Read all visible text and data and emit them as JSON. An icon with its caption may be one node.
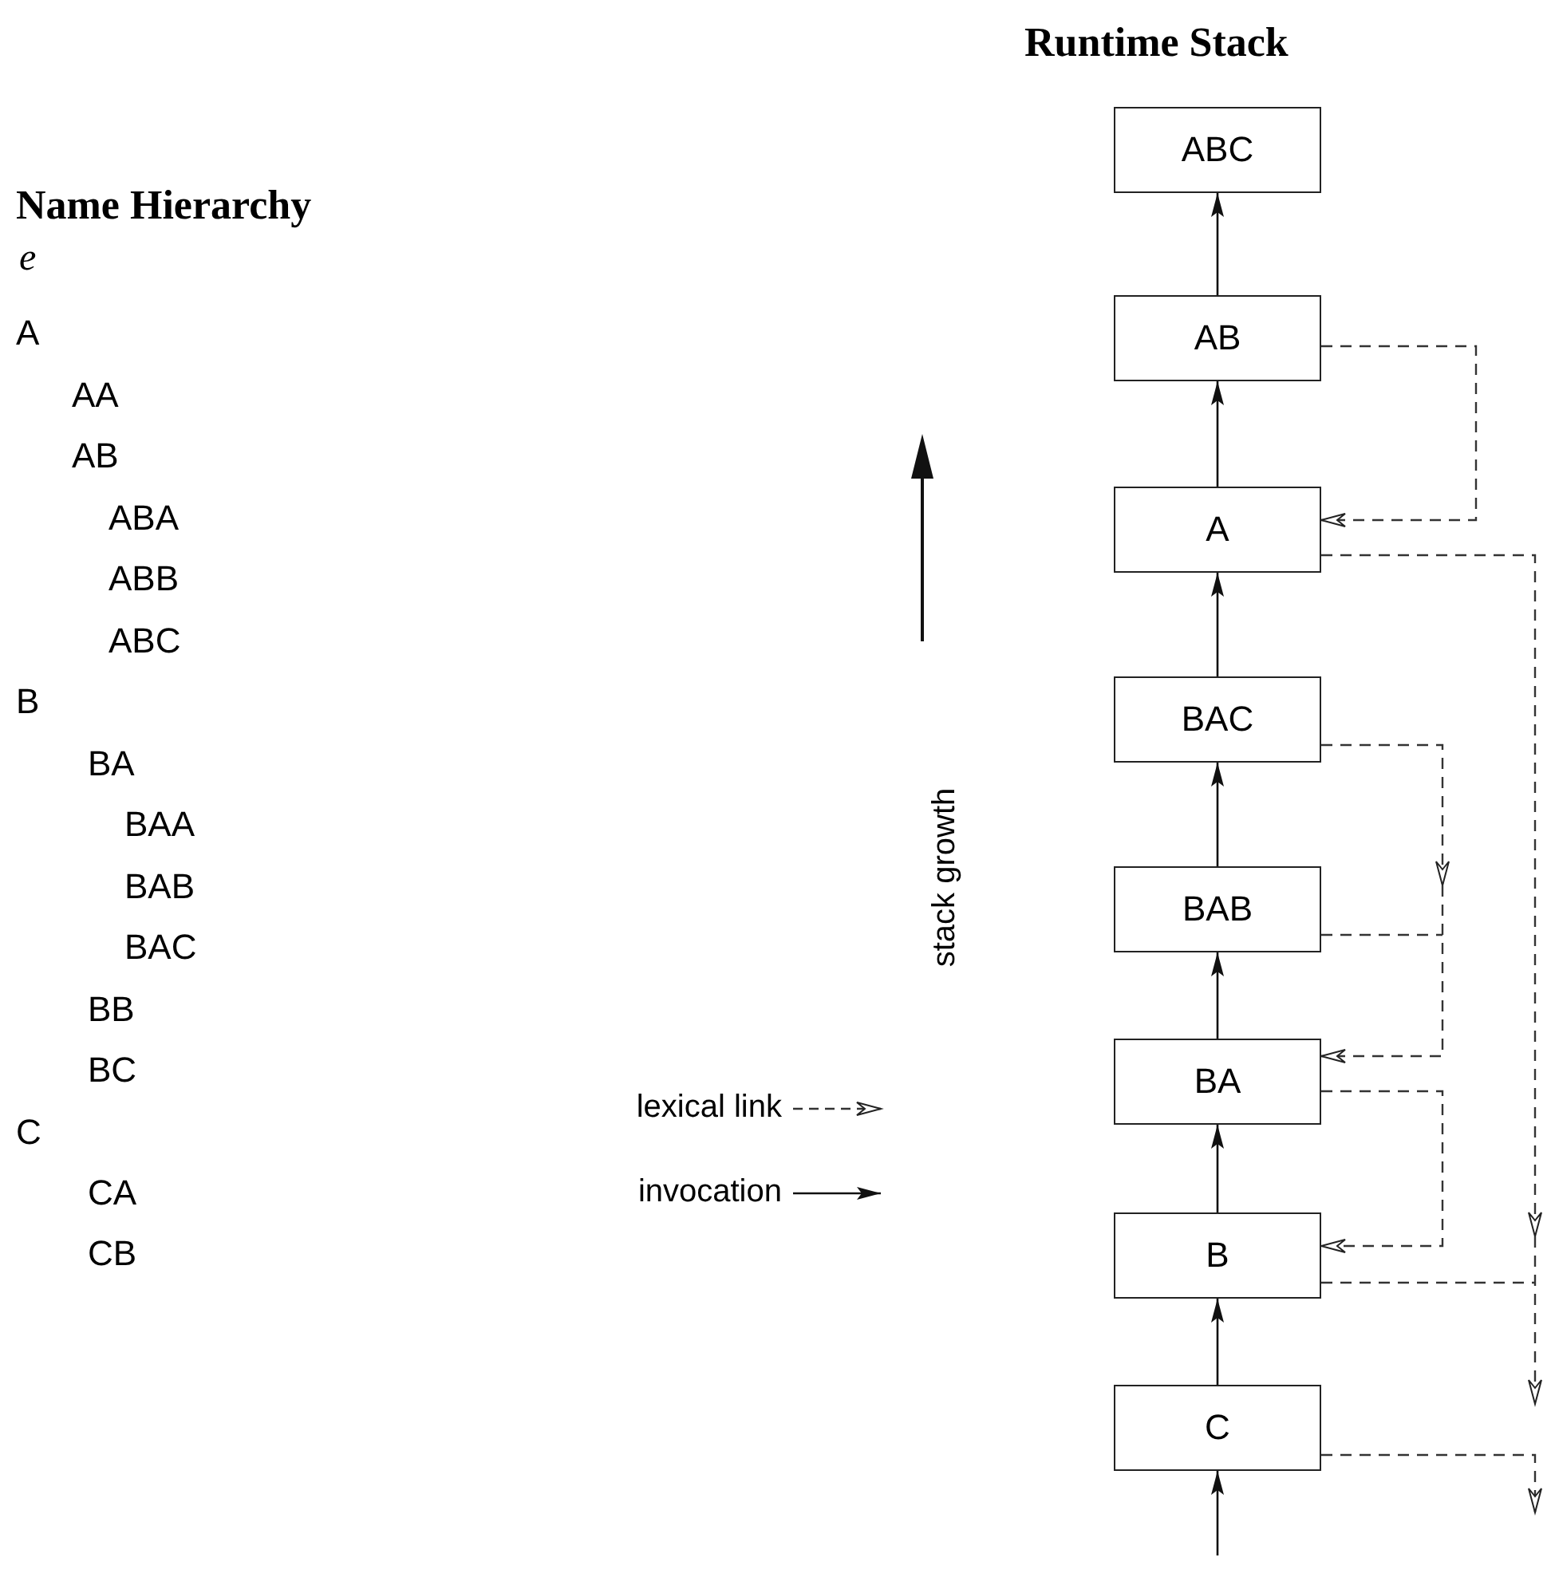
{
  "diagram": {
    "nodes": [
      {
        "text": [
          "ABC"
        ]
      },
      {
        "text": [
          "AB"
        ]
      },
      {
        "text": [
          "A"
        ]
      },
      {
        "text": [
          "BAC"
        ]
      },
      {
        "text": [
          "BAB"
        ]
      },
      {
        "text": [
          "BA"
        ]
      },
      {
        "text": [
          "B"
        ]
      },
      {
        "text": [
          "C"
        ]
      }
    ],
    "edges": [
      {
        "from": 1,
        "to": 0,
        "arrow": "to"
      },
      {
        "from": 2,
        "to": 1,
        "arrow": "to"
      },
      {
        "from": 3,
        "to": 2,
        "arrow": "to"
      },
      {
        "from": 4,
        "to": 3,
        "arrow": "to"
      },
      {
        "from": 5,
        "to": 4,
        "arrow": "to"
      },
      {
        "from": 6,
        "to": 5,
        "arrow": "to"
      },
      {
        "from": 7,
        "to": 6,
        "arrow": "to"
      },
      {
        "from": null,
        "to": 7,
        "arrow": "to"
      },
      {
        "from": 1,
        "to": 2,
        "arrow": "to",
        "style": "dashed"
      },
      {
        "from": 2,
        "to": null,
        "arrow": "to",
        "style": "dashed"
      },
      {
        "from": 3,
        "to": null,
        "arrow": "to",
        "style": "dashed"
      },
      {
        "from": 4,
        "to": 5,
        "arrow": "to",
        "style": "dashed"
      },
      {
        "from": 5,
        "to": 6,
        "arrow": "to",
        "style": "dashed"
      },
      {
        "from": 6,
        "to": null,
        "arrow": "to",
        "style": "dashed"
      },
      {
        "from": 7,
        "to": null,
        "arrow": "to",
        "style": "dashed"
      }
    ],
    "labels": [
      "Runtime Stack",
      "Name Hierarchy",
      "e",
      "A",
      "AA",
      "AB",
      "ABA",
      "ABB",
      "ABC",
      "B",
      "BA",
      "BAA",
      "BAB",
      "BAC",
      "BB",
      "BC",
      "C",
      "CA",
      "CB",
      "stack growth"
    ],
    "legend": [
      {
        "text": "lexical link"
      },
      {
        "text": "invocation"
      }
    ]
  }
}
